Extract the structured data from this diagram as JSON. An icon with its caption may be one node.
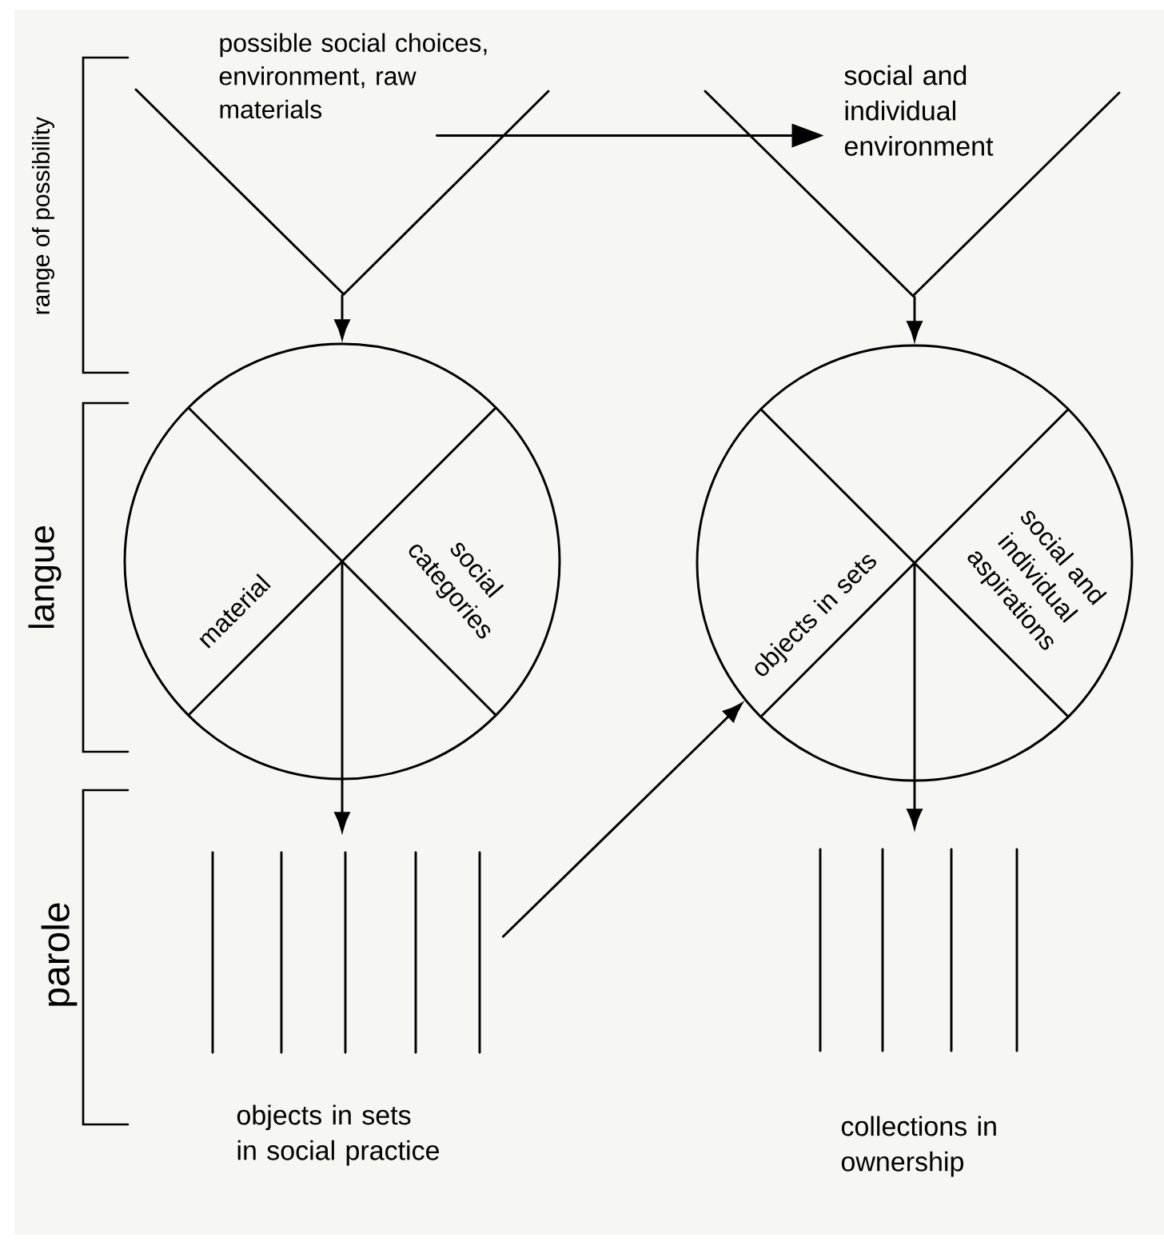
{
  "diagram": {
    "nodes": [
      {
        "text": [
          "possible social choices, environment, raw materials"
        ]
      },
      {
        "text": [
          "material",
          "social categories"
        ]
      },
      {
        "text": [
          "objects in sets in social practice"
        ]
      },
      {
        "text": [
          "social and individual environment"
        ]
      },
      {
        "text": [
          "objects in sets",
          "social and individual aspirations"
        ]
      },
      {
        "text": [
          "collections in ownership"
        ]
      }
    ],
    "edges": [
      {
        "from": 0,
        "to": 1,
        "arrow": "to"
      },
      {
        "from": 0,
        "to": 3,
        "arrow": "to"
      },
      {
        "from": 1,
        "to": 2,
        "arrow": "to"
      },
      {
        "from": 3,
        "to": 4,
        "arrow": "to"
      },
      {
        "from": 2,
        "to": 4,
        "arrow": "to"
      },
      {
        "from": 4,
        "to": 5,
        "arrow": "to"
      }
    ],
    "labels": [
      "range of possibility",
      "langue",
      "parole"
    ]
  }
}
